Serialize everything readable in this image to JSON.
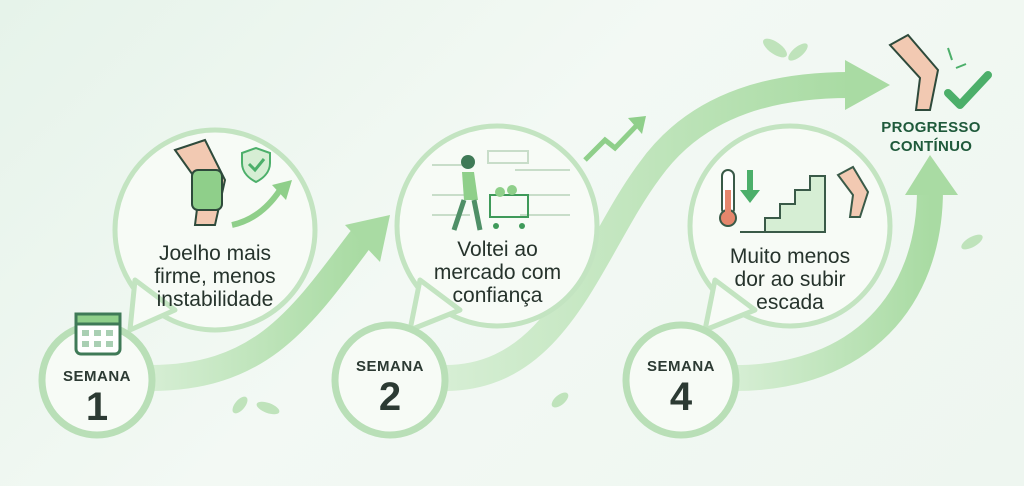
{
  "steps": [
    {
      "week_label": "SEMANA",
      "week_number": "1",
      "text": [
        "Joelho mais",
        "firme, menos",
        "instabilidade"
      ]
    },
    {
      "week_label": "SEMANA",
      "week_number": "2",
      "text": [
        "Voltei ao",
        "mercado com",
        "confiança"
      ]
    },
    {
      "week_label": "SEMANA",
      "week_number": "4",
      "text": [
        "Muito menos",
        "dor ao subir",
        "escada"
      ]
    }
  ],
  "final": {
    "line1": "PROGRESSO",
    "line2": "CONTÍNUO"
  },
  "colors": {
    "accent": "#8fcf8a",
    "dark_green": "#1f5a3b",
    "circle_border": "#b9dfb7",
    "check": "#4caf6a"
  }
}
